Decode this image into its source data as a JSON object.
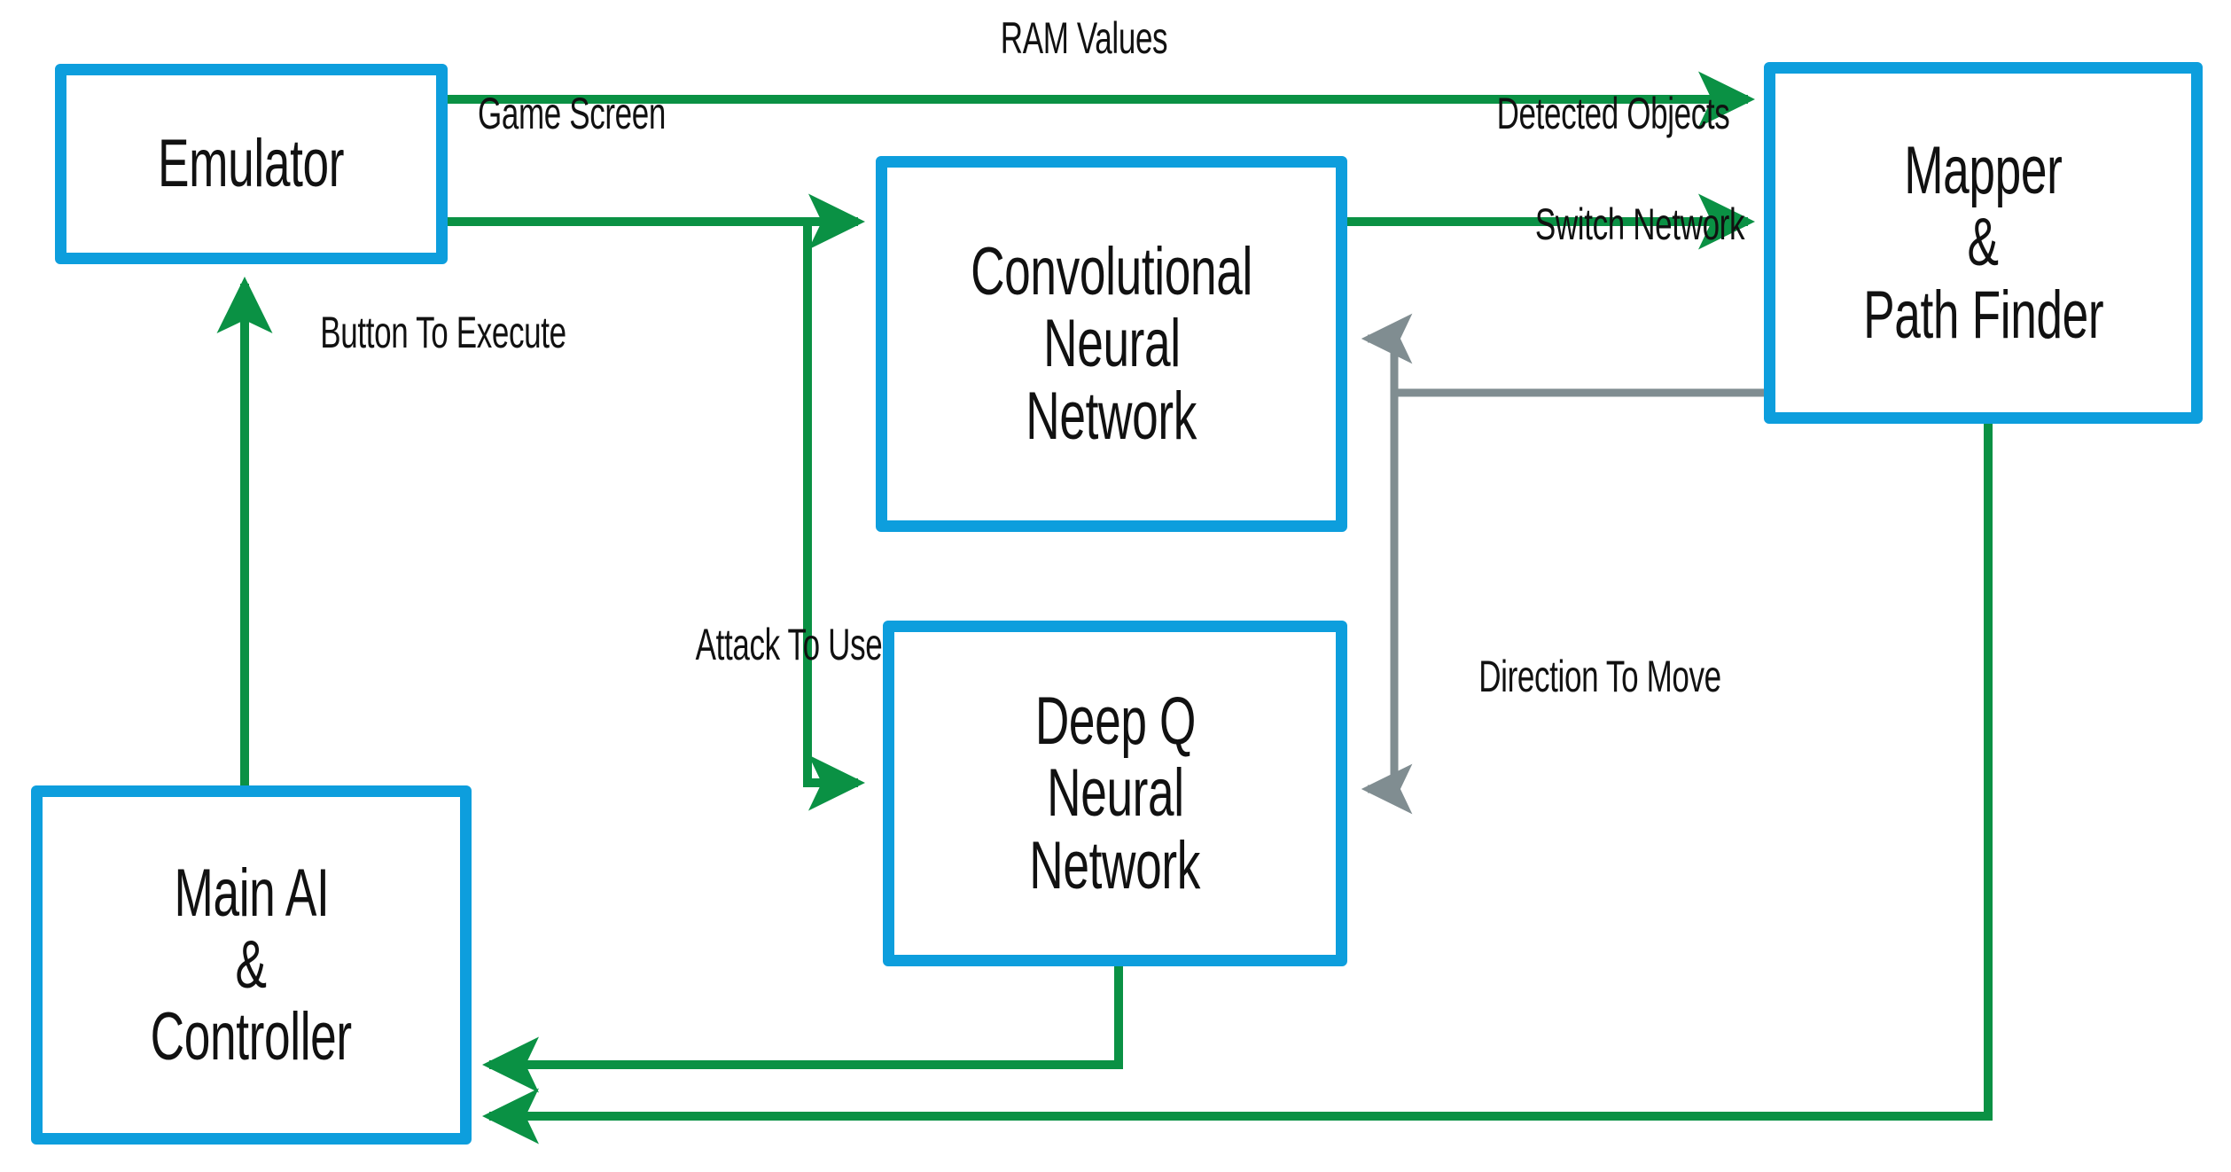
{
  "diagram": {
    "title": "Game-Playing AI System Architecture",
    "colors": {
      "node_border": "#0d9edd",
      "node_fill": "#ffffff",
      "flow_green": "#0a9144",
      "flow_gray": "#808d91",
      "text": "#111111",
      "background": "#ffffff"
    },
    "nodes": [
      {
        "id": "emulator",
        "label_lines": [
          "Emulator"
        ]
      },
      {
        "id": "cnn",
        "label_lines": [
          "Convolutional",
          "Neural",
          "Network"
        ]
      },
      {
        "id": "dqn",
        "label_lines": [
          "Deep Q",
          "Neural",
          "Network"
        ]
      },
      {
        "id": "mapper",
        "label_lines": [
          "Mapper",
          "&",
          "Path Finder"
        ]
      },
      {
        "id": "main_ai",
        "label_lines": [
          "Main AI",
          "&",
          "Controller"
        ]
      }
    ],
    "edges": [
      {
        "id": "ram-values",
        "label": "RAM Values",
        "from": "emulator",
        "to": "mapper",
        "color": "#0a9144"
      },
      {
        "id": "game-screen",
        "label": "Game Screen",
        "from": "emulator",
        "to": "cnn",
        "color": "#0a9144"
      },
      {
        "id": "game-screen-dqn",
        "label": "",
        "from": "emulator",
        "to": "dqn",
        "color": "#0a9144"
      },
      {
        "id": "detected-objects",
        "label": "Detected Objects",
        "from": "cnn",
        "to": "mapper",
        "color": "#0a9144"
      },
      {
        "id": "switch-network",
        "label": "Switch Network",
        "from": "mapper",
        "to": "cnn",
        "color": "#808d91"
      },
      {
        "id": "switch-network-dqn",
        "label": "",
        "from": "mapper",
        "to": "dqn",
        "color": "#808d91"
      },
      {
        "id": "attack-to-use",
        "label": "Attack To Use",
        "from": "dqn",
        "to": "main_ai",
        "color": "#0a9144"
      },
      {
        "id": "direction-to-move",
        "label": "Direction To Move",
        "from": "mapper",
        "to": "main_ai",
        "color": "#0a9144"
      },
      {
        "id": "button-to-execute",
        "label": "Button To Execute",
        "from": "main_ai",
        "to": "emulator",
        "color": "#0a9144"
      }
    ]
  }
}
